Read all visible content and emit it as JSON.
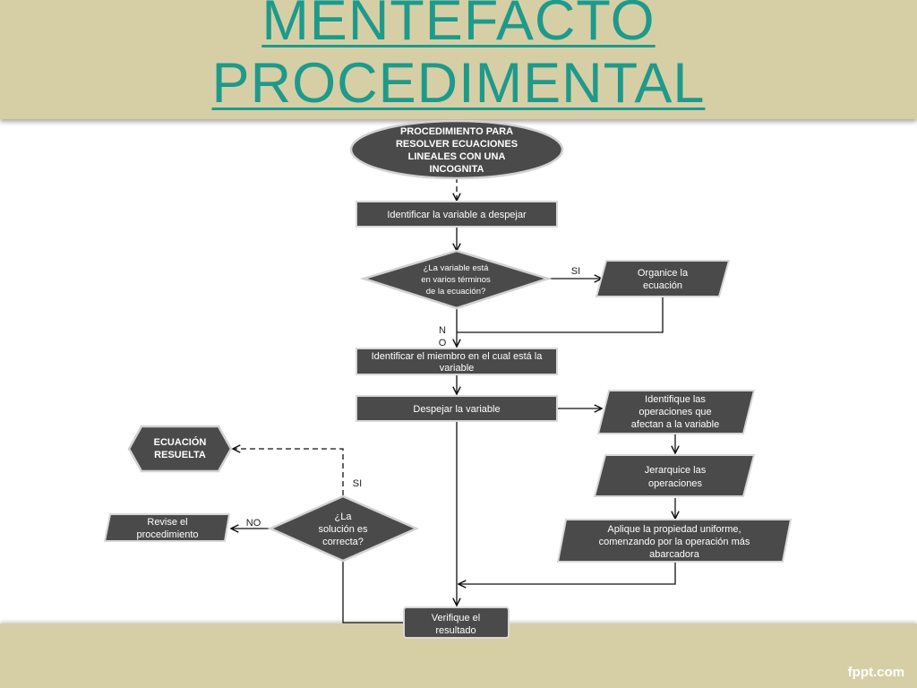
{
  "slide": {
    "title_line1": "MENTEFACTO",
    "title_line2": "PROCEDIMENTAL",
    "watermark": "fppt.com",
    "colors": {
      "band": "#d6cfa6",
      "title": "#1e9a8b",
      "shape_fill": "#4a4a4a"
    }
  },
  "nodes": {
    "start": [
      "PROCEDIMIENTO PARA",
      "RESOLVER ECUACIONES",
      "LINEALES CON UNA",
      "INCOGNITA"
    ],
    "identify_variable": [
      "Identificar la variable a despejar"
    ],
    "decision_terms": [
      "¿La variable está",
      "en varios términos",
      "de la ecuación?"
    ],
    "organize": [
      "Organice la",
      "ecuación"
    ],
    "identify_member": [
      "Identificar el miembro en el cual está la",
      "variable"
    ],
    "isolate": [
      "Despejar la variable"
    ],
    "identify_ops": [
      "Identifique las",
      "operaciones que",
      "afectan a la variable"
    ],
    "rank_ops": [
      "Jerarquice las",
      "operaciones"
    ],
    "apply_property": [
      "Aplique la propiedad uniforme,",
      "comenzando por la operación más",
      "abarcadora"
    ],
    "verify": [
      "Verifique el",
      "resultado"
    ],
    "decision_correct": [
      "¿La",
      "solución es",
      "correcta?"
    ],
    "review": [
      "Revise el",
      "procedimiento"
    ],
    "solved": [
      "ECUACIÓN",
      "RESUELTA"
    ]
  },
  "edge_labels": {
    "yes_terms": "SI",
    "no_terms": [
      "N",
      "O"
    ],
    "yes_correct": "SI",
    "no_correct": "NO"
  }
}
